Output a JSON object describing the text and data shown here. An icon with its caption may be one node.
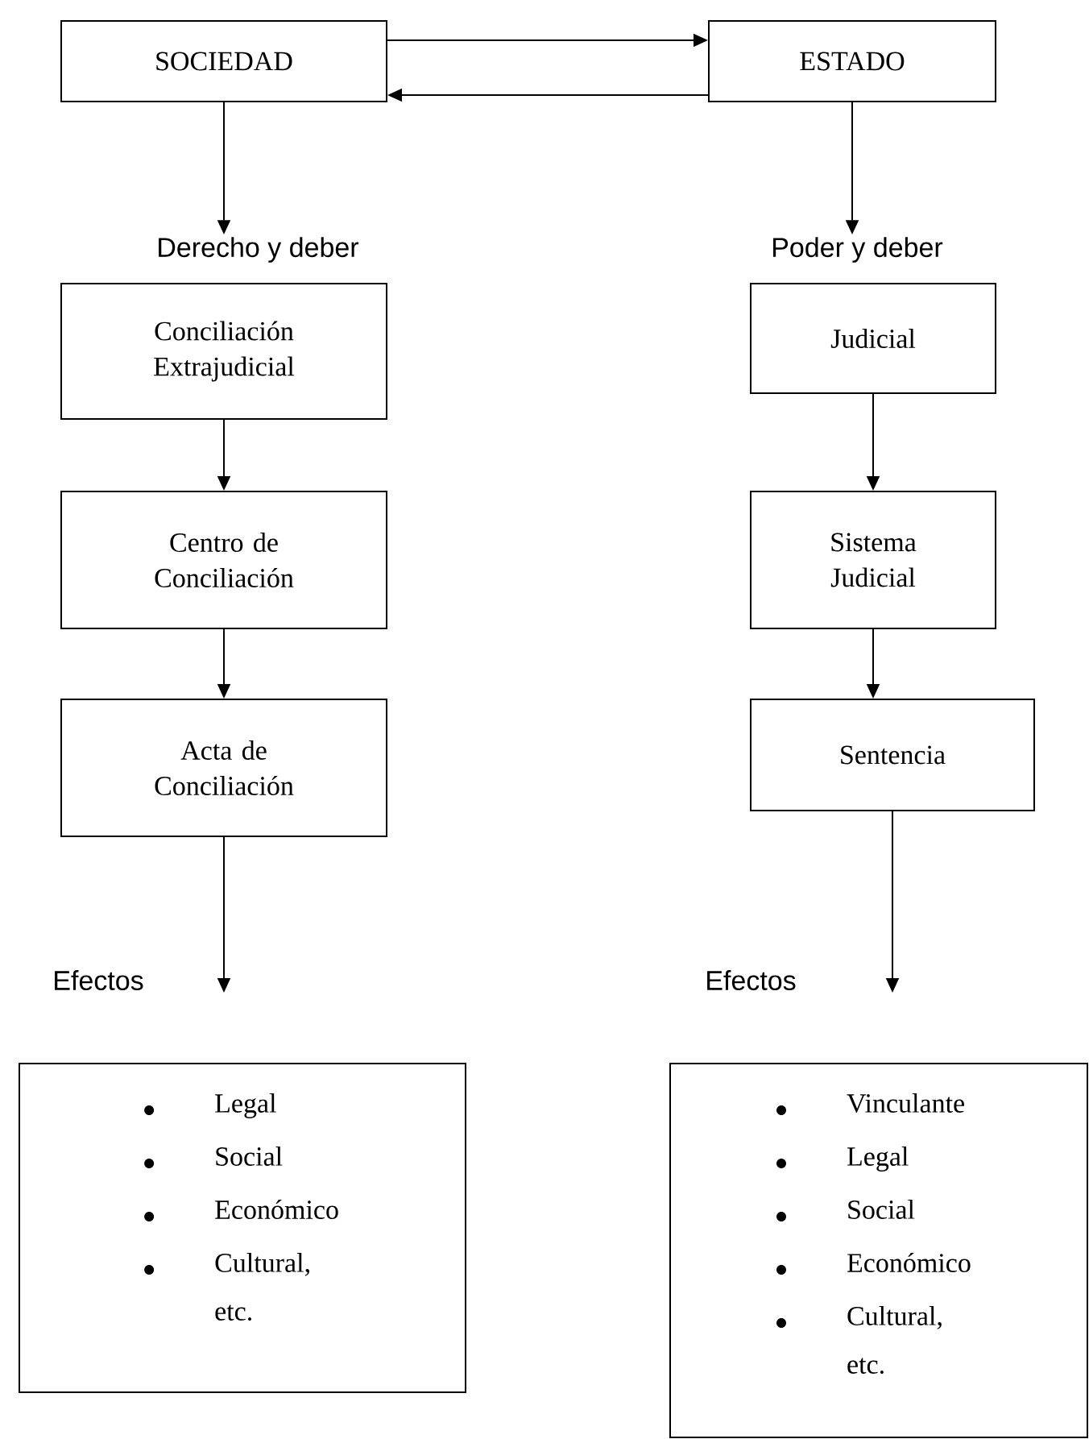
{
  "diagram": {
    "nodes": [
      {
        "text": [
          "SOCIEDAD"
        ]
      },
      {
        "text": [
          "ESTADO"
        ]
      },
      {
        "text": [
          "Derecho y deber",
          "Conciliación Extrajudicial"
        ]
      },
      {
        "text": [
          "Poder y deber",
          "Judicial"
        ]
      },
      {
        "text": [
          "Centro de Conciliación"
        ]
      },
      {
        "text": [
          "Sistema Judicial"
        ]
      },
      {
        "text": [
          "Acta de Conciliación"
        ]
      },
      {
        "text": [
          "Sentencia"
        ]
      },
      {
        "text": [
          "Efectos",
          "Legal",
          "Social",
          "Económico",
          "Cultural, etc."
        ]
      },
      {
        "text": [
          "Efectos",
          "Vinculante",
          "Legal",
          "Social",
          "Económico",
          "Cultural, etc."
        ]
      }
    ],
    "edges": [
      {
        "from": 1,
        "to": 0,
        "arrow": "to"
      },
      {
        "from": 0,
        "to": 1,
        "arrow": "to"
      },
      {
        "from": 0,
        "to": 2,
        "arrow": "to"
      },
      {
        "from": 1,
        "to": 3,
        "arrow": "to"
      },
      {
        "from": 2,
        "to": 4,
        "arrow": "to"
      },
      {
        "from": 3,
        "to": 5,
        "arrow": "to"
      },
      {
        "from": 4,
        "to": 6,
        "arrow": "to"
      },
      {
        "from": 5,
        "to": 7,
        "arrow": "to"
      },
      {
        "from": 6,
        "to": 8,
        "arrow": "to"
      },
      {
        "from": 7,
        "to": 9,
        "arrow": "to"
      }
    ]
  }
}
